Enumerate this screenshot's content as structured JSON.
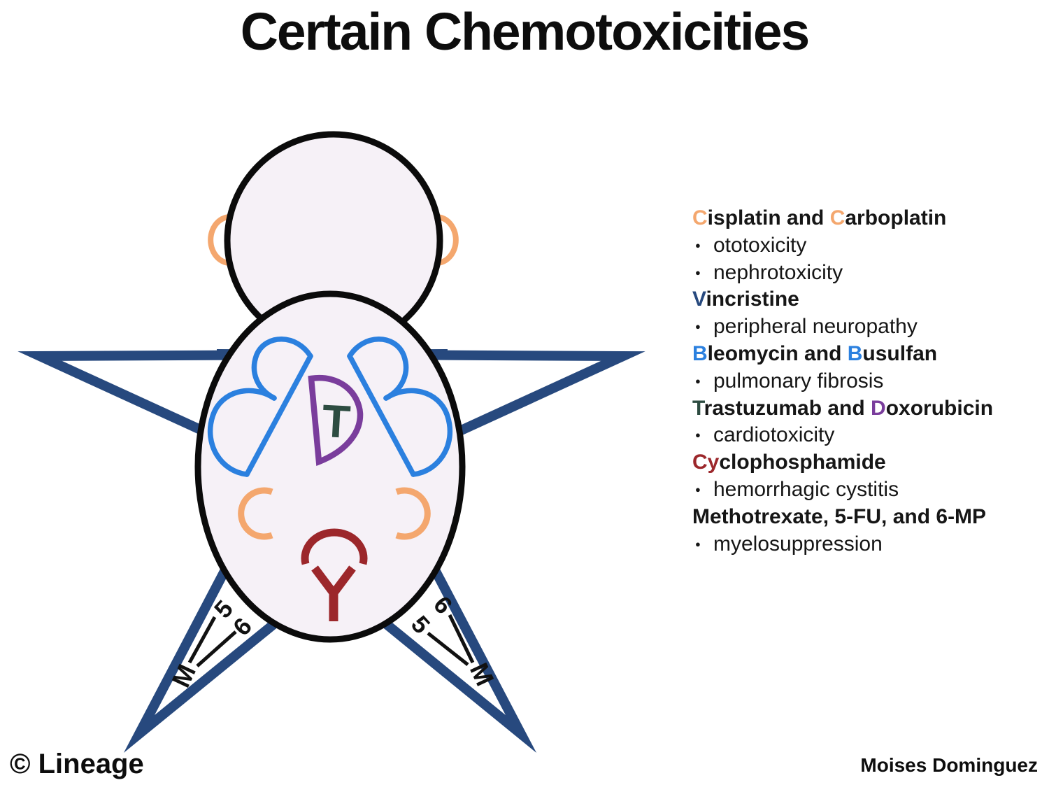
{
  "title": "Certain Chemotoxicities",
  "colors": {
    "orange": "#F4A76E",
    "navy": "#27497E",
    "blue": "#2B80DF",
    "dark_green": "#2D4C41",
    "purple": "#7A3D9C",
    "dark_red": "#9C272B",
    "ink": "#111111",
    "outline": "#0B0B0B",
    "body_fill": "#F6F1F7"
  },
  "figure": {
    "chest_letter": "T",
    "leg_labels": {
      "five": "5",
      "six": "6",
      "m": "M"
    }
  },
  "legend": {
    "bullet_char": "●",
    "entries": [
      {
        "segments": [
          {
            "t": "C",
            "c": "orange"
          },
          {
            "t": "isplatin and "
          },
          {
            "t": "C",
            "c": "orange"
          },
          {
            "t": "arboplatin"
          }
        ],
        "bullets": [
          "ototoxicity",
          "nephrotoxicity"
        ]
      },
      {
        "segments": [
          {
            "t": "V",
            "c": "navy"
          },
          {
            "t": "incristine"
          }
        ],
        "bullets": [
          "peripheral neuropathy"
        ]
      },
      {
        "segments": [
          {
            "t": "B",
            "c": "blue"
          },
          {
            "t": "leomycin and "
          },
          {
            "t": "B",
            "c": "blue"
          },
          {
            "t": "usulfan"
          }
        ],
        "bullets": [
          "pulmonary fibrosis"
        ]
      },
      {
        "segments": [
          {
            "t": "T",
            "c": "dark_green"
          },
          {
            "t": "rastuzumab and "
          },
          {
            "t": "D",
            "c": "purple"
          },
          {
            "t": "oxorubicin"
          }
        ],
        "bullets": [
          "cardiotoxicity"
        ]
      },
      {
        "segments": [
          {
            "t": "Cy",
            "c": "dark_red"
          },
          {
            "t": "clophosphamide"
          }
        ],
        "bullets": [
          "hemorrhagic cystitis"
        ]
      },
      {
        "segments": [
          {
            "t": "Methotrexate, 5-FU, and 6-MP"
          }
        ],
        "bullets": [
          "myelosuppression"
        ]
      }
    ]
  },
  "footer": {
    "copyright": "© Lineage",
    "author": "Moises Dominguez"
  }
}
